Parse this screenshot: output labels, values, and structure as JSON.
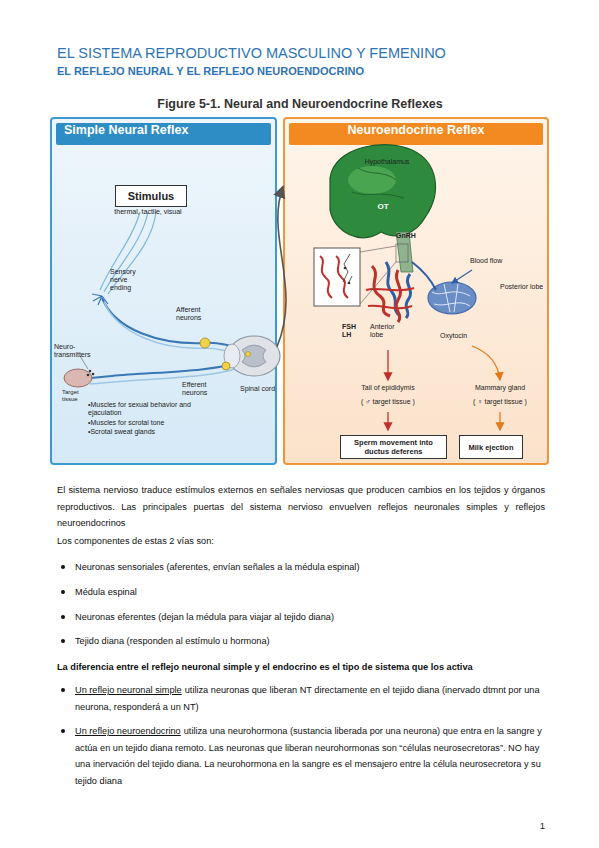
{
  "diagram": {
    "title": "EL SISTEMA REPRODUCTIVO MASCULINO Y FEMENINO",
    "caption": "Figure 5-1. Neural and Neuroendocrine Reflexes",
    "nodes": [
      {
        "text": [
          "Simple Neural Reflex"
        ]
      },
      {
        "text": [
          "Stimulus"
        ],
        "in": 0
      },
      {
        "text": [
          "Neuroendocrine Reflex"
        ]
      },
      {
        "text": [
          "Sperm movement into ductus deferens"
        ],
        "in": 2
      },
      {
        "text": [
          "Milk ejection"
        ],
        "in": 2
      }
    ],
    "edges": [
      {
        "from": 0,
        "to": 2,
        "arrow": "to"
      }
    ],
    "labels": [
      "EL REFLEJO NEURAL Y EL REFLEJO NEUROENDOCRINO",
      "thermal, tactile, visual",
      "Sensory nerve ending",
      "Afferent neurons",
      "Neuro-transmitters",
      "Target tissue",
      "Efferent neurons",
      "Spinal cord",
      "•Muscles for sexual behavior and ejaculation",
      "•Muscles for scrotal tone",
      "•Scrotal sweat glands",
      "Hypothalamus",
      "OT",
      "GnRH",
      "Blood flow",
      "Posterior lobe",
      "FSH LH",
      "Anterior lobe",
      "Oxytocin",
      "Tail of epididymis",
      "( ♂ target tissue )",
      "Mammary gland",
      "( ♀ target tissue )",
      "El sistema nervioso traduce estímulos externos en señales nerviosas que producen cambios en los tejidos y órganos reproductivos. Las principales puertas del sistema nervioso envuelven reflejos neuronales simples y reflejos neuroendocrinos",
      "Los componentes de estas 2 vías son:",
      "Neuronas sensoriales (aferentes, envían señales a la médula espinal)",
      "Médula espinal",
      "Neuronas eferentes (dejan la médula para viajar al tejido diana)",
      "Tejido diana (responden al estímulo u hormona)",
      "La diferencia entre el reflejo neuronal simple y el endocrino es el tipo de sistema que los activa",
      "Un reflejo neuronal simple",
      "utiliza neuronas que liberan NT directamente en el tejido diana (inervado dtmnt por una neurona, responderá a un NT)",
      "Un reflejo neuroendocrino",
      "utiliza una neurohormona (sustancia liberada por una neurona) que entra en la sangre y actúa en un tejido diana remoto. Las neuronas que liberan neurohormonas son “células neurosecretoras”. NO hay una inervación del tejido diana. La neurohormona en la sangre es el mensajero entre la célula neurosecretora y su tejido diana",
      "1"
    ]
  }
}
